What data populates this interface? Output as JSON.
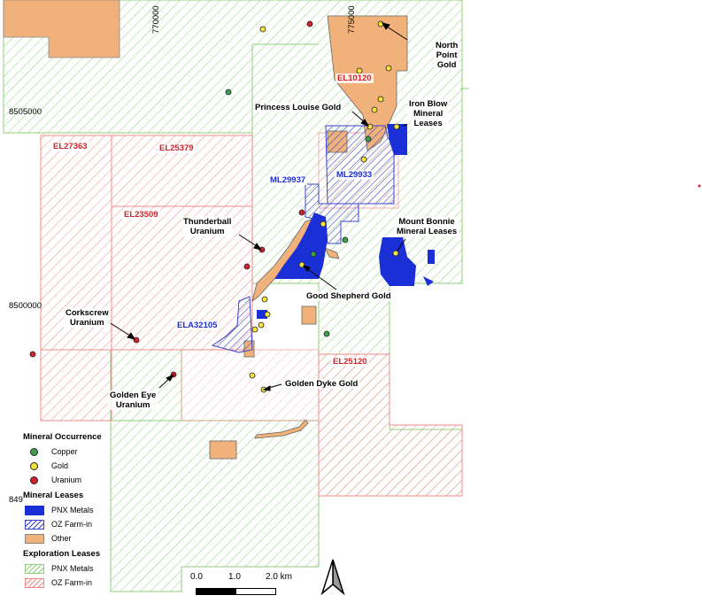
{
  "coordinates": {
    "easting_labels": [
      "770000",
      "775000"
    ],
    "northing_labels": [
      "8505000",
      "8500000",
      "849"
    ]
  },
  "exploration_leases": {
    "pnx": [],
    "oz": [
      "EL27363",
      "EL25379",
      "EL23509",
      "EL25120"
    ]
  },
  "mineral_lease_labels": {
    "other": [
      "EL10120"
    ],
    "farm_in": [
      "ML29937",
      "ML29933",
      "ELA32105"
    ]
  },
  "occurrence_labels": [
    "North\nPoint\nGold",
    "Princess Louise Gold",
    "Iron Blow\nMineral\nLeases",
    "Thunderball\nUranium",
    "Mount Bonnie\nMineral Leases",
    "Good Shepherd Gold",
    "Corkscrew\nUranium",
    "Golden Eye\nUranium",
    "Golden Dyke Gold"
  ],
  "legend": {
    "occurrence_title": "Mineral Occurrence",
    "occurrences": [
      {
        "label": "Copper",
        "color": "#3aa04a"
      },
      {
        "label": "Gold",
        "color": "#f5e23a"
      },
      {
        "label": "Uranium",
        "color": "#d2232a"
      }
    ],
    "mineral_title": "Mineral Leases",
    "mineral": [
      {
        "label": "PNX Metals",
        "fill": "#1b2fd6",
        "style": "solid"
      },
      {
        "label": "OZ Farm-in",
        "fill": "#3a44c8",
        "style": "hatch"
      },
      {
        "label": "Other",
        "fill": "#f0b27a",
        "style": "solid"
      }
    ],
    "exploration_title": "Exploration Leases",
    "exploration": [
      {
        "label": "PNX Metals",
        "color": "#8fd07a"
      },
      {
        "label": "OZ Farm-in",
        "color": "#f08a8a"
      }
    ]
  },
  "scale": {
    "labels": [
      "0.0",
      "1.0",
      "2.0 km"
    ]
  },
  "colors": {
    "pnx_exploration": "#8fd07a",
    "oz_exploration": "#f08a8a",
    "pnx_mineral": "#1b2fd6",
    "oz_mineral": "#3a44c8",
    "other": "#f0b27a"
  }
}
